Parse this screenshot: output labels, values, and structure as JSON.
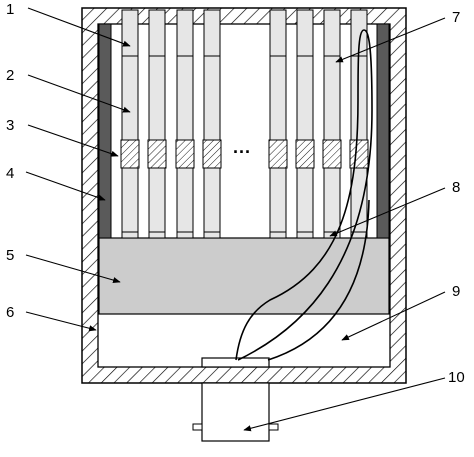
{
  "callouts": {
    "c1": "1",
    "c2": "2",
    "c3": "3",
    "c4": "4",
    "c5": "5",
    "c6": "6",
    "c7": "7",
    "c8": "8",
    "c9": "9",
    "c10": "10"
  },
  "ellipsis": "...",
  "colors": {
    "outline": "#000000",
    "rod_fill": "#e6e6e6",
    "heater_wall": "#5a5a5a",
    "base_block": "#cccccc",
    "hatch": "#000000"
  }
}
